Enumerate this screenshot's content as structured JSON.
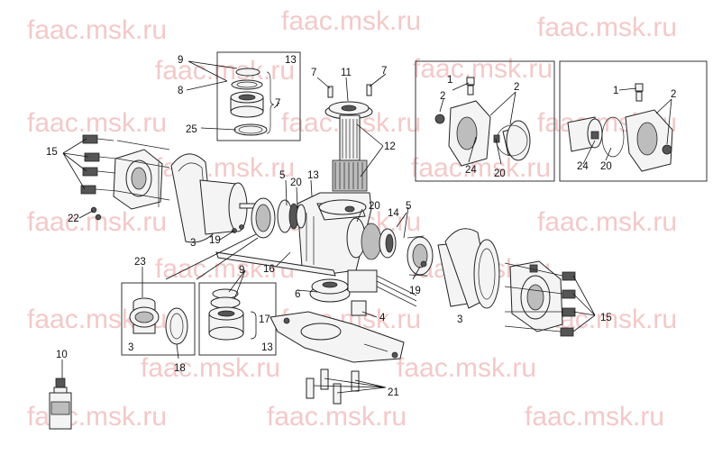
{
  "watermark": "faac.msk.ru",
  "labels": {
    "n1": "1",
    "n2": "2",
    "n3": "3",
    "n4": "4",
    "n5": "5",
    "n6": "6",
    "n7": "7",
    "n8": "8",
    "n9": "9",
    "n10": "10",
    "n11": "11",
    "n12": "12",
    "n13": "13",
    "n14": "14",
    "n15": "15",
    "n16": "16",
    "n17": "17",
    "n18": "18",
    "n19": "19",
    "n20": "20",
    "n21": "21",
    "n22": "22",
    "n23": "23",
    "n24": "24",
    "n25": "25"
  },
  "colors": {
    "watermark": "#f3c9c9",
    "line": "#222222",
    "fill": "#f4f4f4"
  }
}
